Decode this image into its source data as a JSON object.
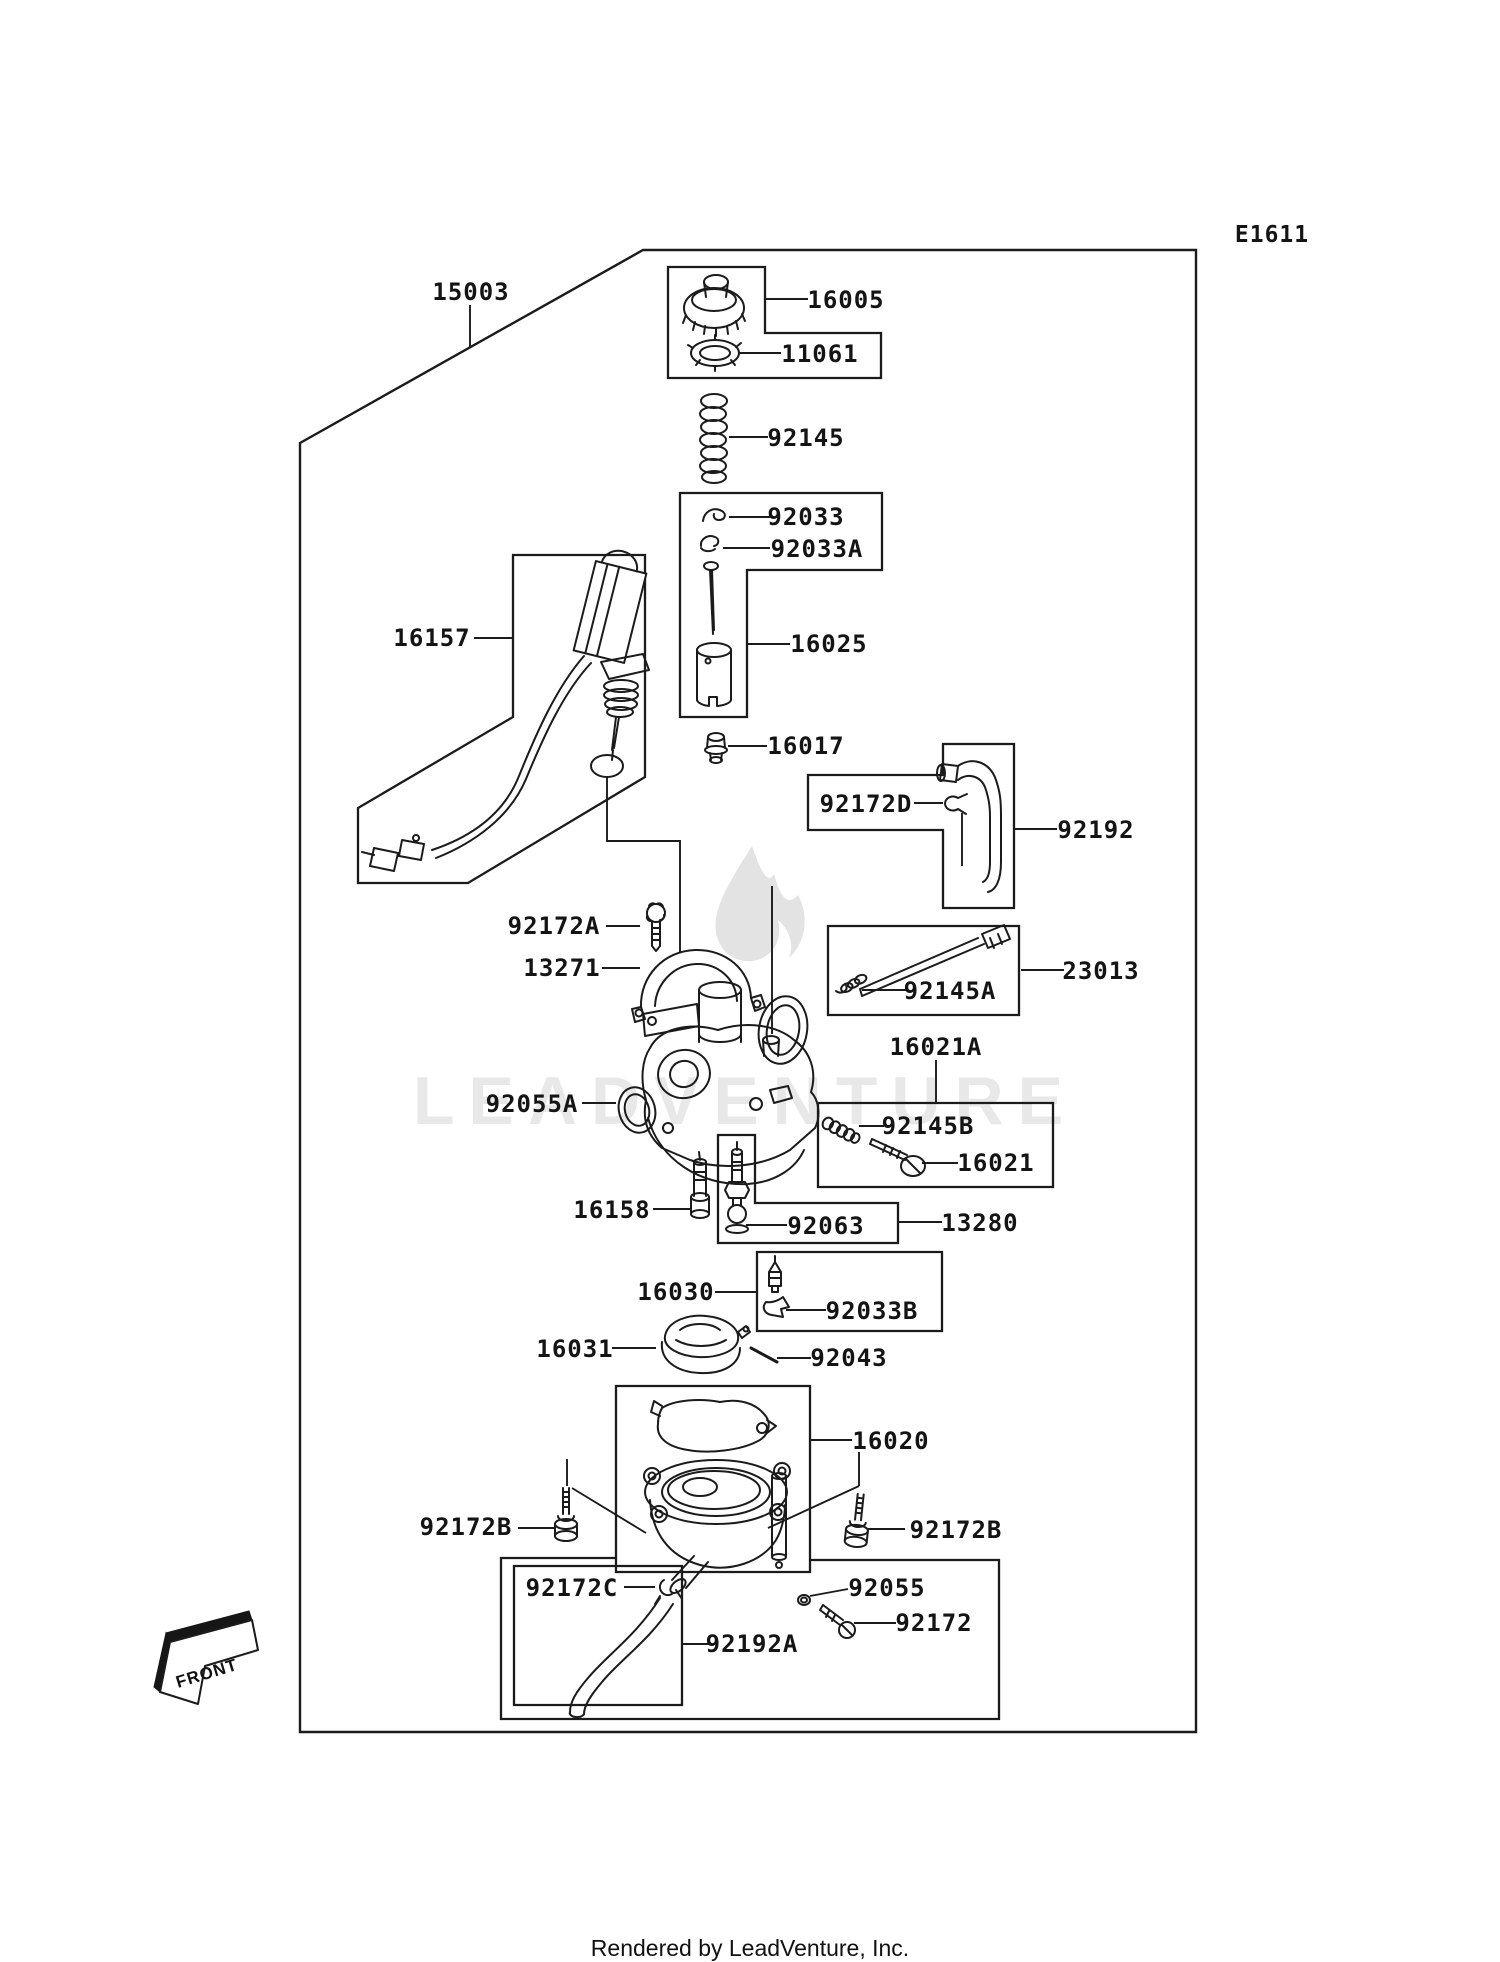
{
  "diagram": {
    "code": "E1611",
    "front_label": "FRONT",
    "watermark": "LEADVENTURE",
    "footer": "Rendered by LeadVenture, Inc."
  },
  "parts": [
    {
      "part": "15003"
    },
    {
      "part": "16005"
    },
    {
      "part": "11061"
    },
    {
      "part": "92145"
    },
    {
      "part": "92033"
    },
    {
      "part": "92033A"
    },
    {
      "part": "16025"
    },
    {
      "part": "16157"
    },
    {
      "part": "16017"
    },
    {
      "part": "92172D"
    },
    {
      "part": "92192"
    },
    {
      "part": "23013"
    },
    {
      "part": "92145A"
    },
    {
      "part": "92172A"
    },
    {
      "part": "13271"
    },
    {
      "part": "16021A"
    },
    {
      "part": "92055A"
    },
    {
      "part": "92145B"
    },
    {
      "part": "16021"
    },
    {
      "part": "16158"
    },
    {
      "part": "92063"
    },
    {
      "part": "13280"
    },
    {
      "part": "16030"
    },
    {
      "part": "92033B"
    },
    {
      "part": "16031"
    },
    {
      "part": "92043"
    },
    {
      "part": "16020"
    },
    {
      "part": "92172B"
    },
    {
      "part": "92172B"
    },
    {
      "part": "92172C"
    },
    {
      "part": "92055"
    },
    {
      "part": "92172"
    },
    {
      "part": "92192A"
    }
  ]
}
